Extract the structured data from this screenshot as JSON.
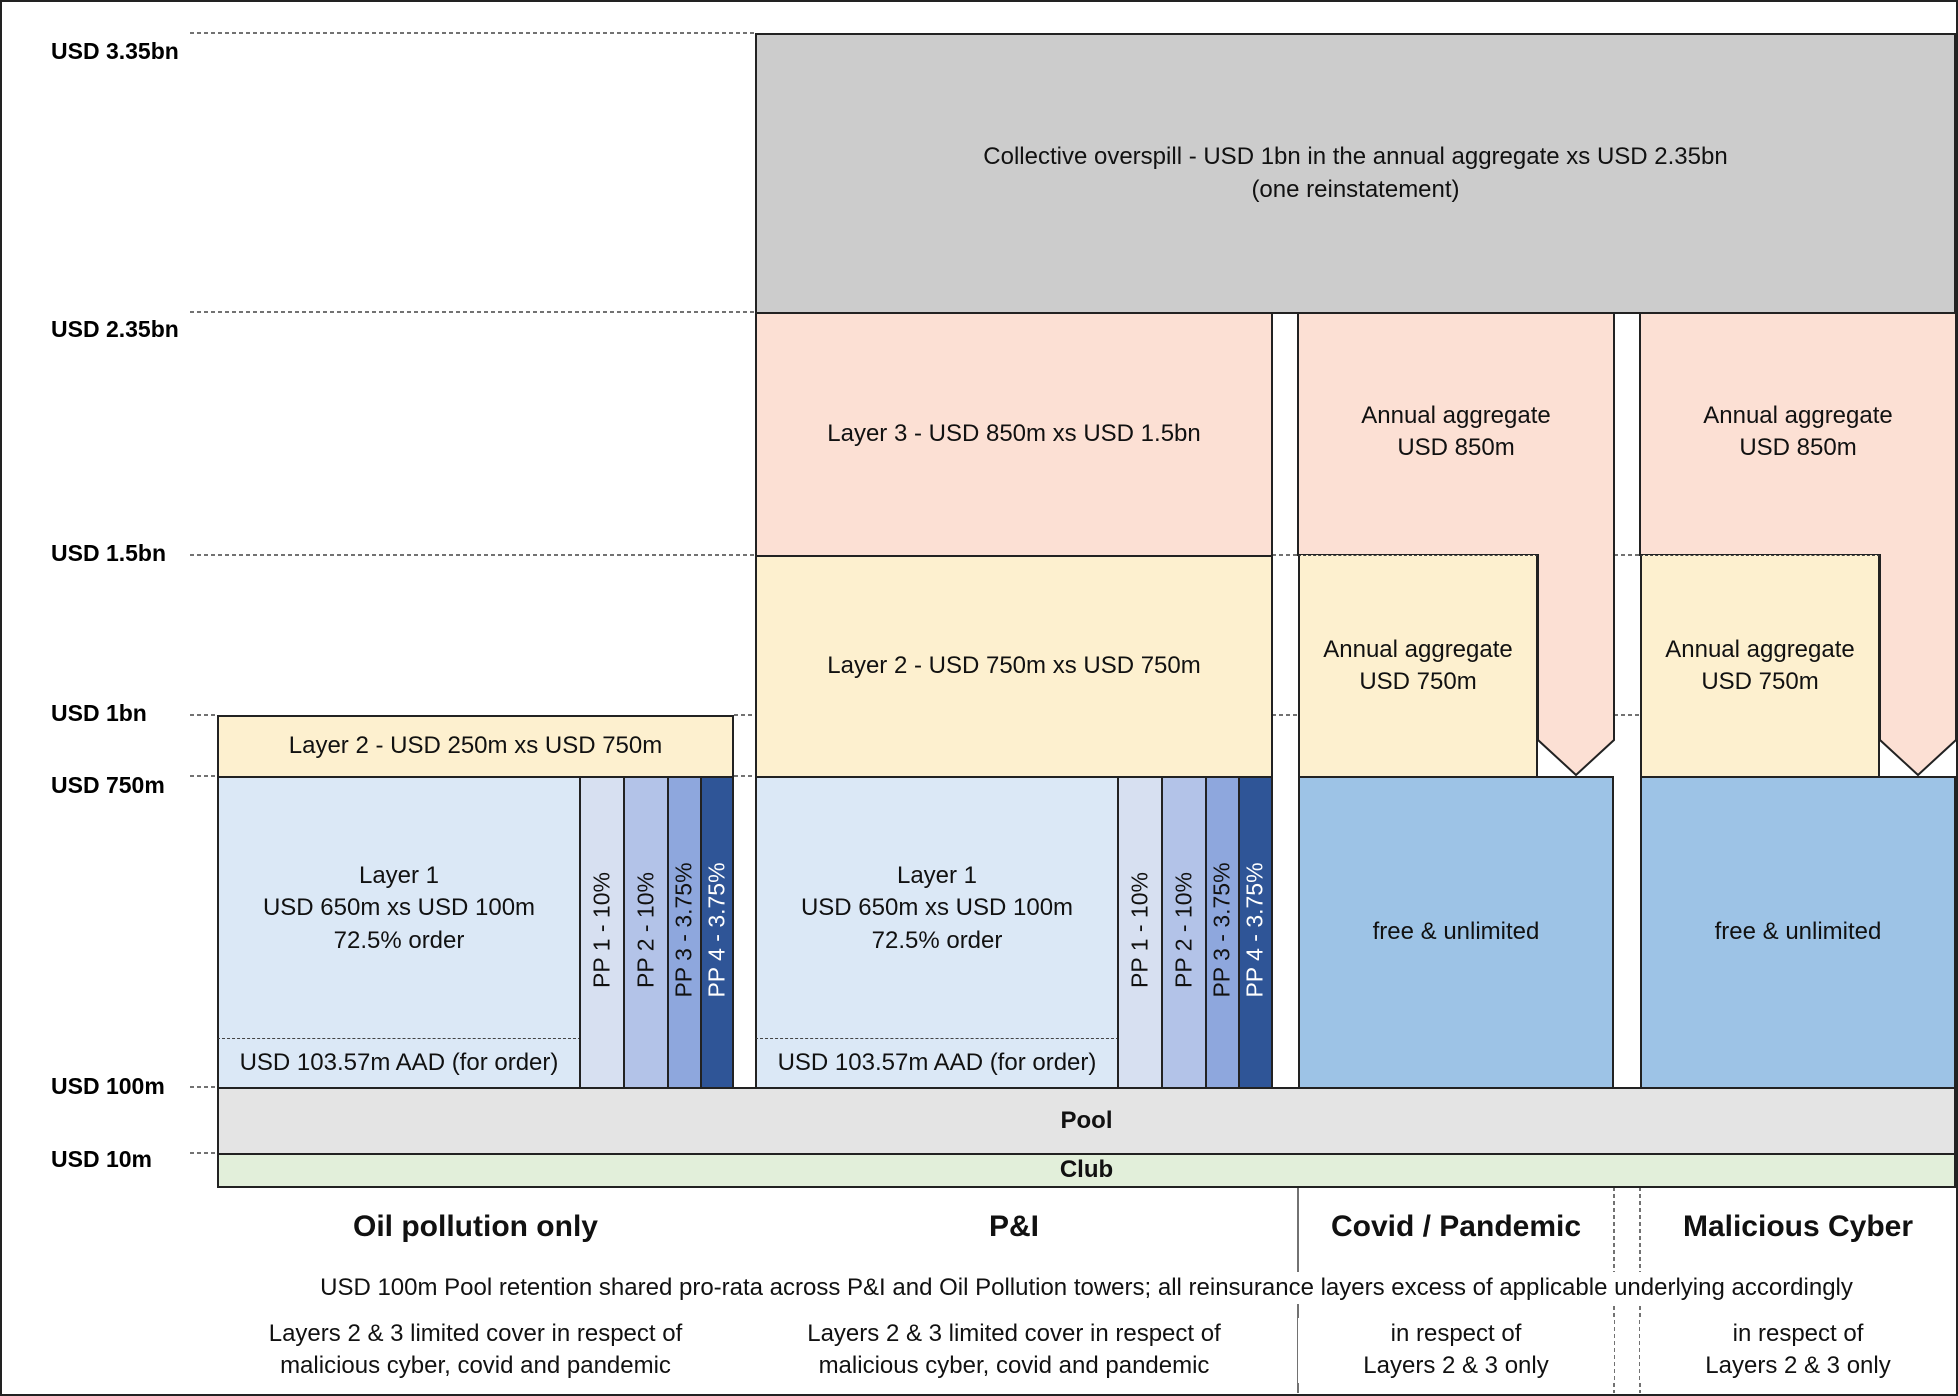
{
  "axis": {
    "labels": [
      "USD 3.35bn",
      "USD 2.35bn",
      "USD 1.5bn",
      "USD 1bn",
      "USD 750m",
      "USD 100m",
      "USD 10m"
    ]
  },
  "overspill": {
    "text": "Collective overspill - USD 1bn in the annual aggregate xs USD 2.35bn\n(one reinstatement)"
  },
  "oil": {
    "layer2": "Layer 2 - USD 250m xs USD 750m",
    "layer1": "Layer 1\nUSD 650m xs USD 100m\n72.5% order",
    "aad": "USD 103.57m AAD (for order)",
    "pp": [
      "PP 1 - 10%",
      "PP 2 - 10%",
      "PP 3 - 3.75%",
      "PP 4 - 3.75%"
    ]
  },
  "pi": {
    "layer3": "Layer 3 - USD 850m xs USD 1.5bn",
    "layer2": "Layer 2 - USD 750m xs USD 750m",
    "layer1": "Layer 1\nUSD 650m xs USD 100m\n72.5% order",
    "aad": "USD 103.57m AAD (for order)",
    "pp": [
      "PP 1 - 10%",
      "PP 2 - 10%",
      "PP 3 - 3.75%",
      "PP 4 - 3.75%"
    ]
  },
  "covid": {
    "agg850": "Annual aggregate\nUSD 850m",
    "agg750": "Annual aggregate\nUSD 750m",
    "free": "free & unlimited"
  },
  "cyber": {
    "agg850": "Annual aggregate\nUSD 850m",
    "agg750": "Annual aggregate\nUSD 750m",
    "free": "free & unlimited"
  },
  "pool": "Pool",
  "club": "Club",
  "columns": {
    "oil": "Oil pollution only",
    "pi": "P&I",
    "covid": "Covid / Pandemic",
    "cyber": "Malicious Cyber"
  },
  "notes": {
    "shared": "USD 100m Pool retention shared pro-rata across P&I and Oil Pollution towers; all reinsurance layers excess of applicable underlying accordingly",
    "oil": "Layers 2 & 3 limited cover in respect of\nmalicious cyber, covid and pandemic",
    "pi": "Layers 2 & 3 limited cover in respect of\nmalicious cyber, covid and pandemic",
    "covid": "in respect of\nLayers 2 & 3 only",
    "cyber": "in respect of\nLayers 2 & 3 only"
  },
  "colors": {
    "overspill": "#cccccc",
    "layer3": "#fce0d4",
    "layer2": "#fdf0cf",
    "layer1": "#dbe8f6",
    "pp1": "#d7e0f1",
    "pp2": "#b3c3e8",
    "pp3": "#8ea7dd",
    "pp4": "#2f5597",
    "free": "#9dc3e6",
    "pool": "#e4e4e4",
    "club": "#e2efda"
  }
}
